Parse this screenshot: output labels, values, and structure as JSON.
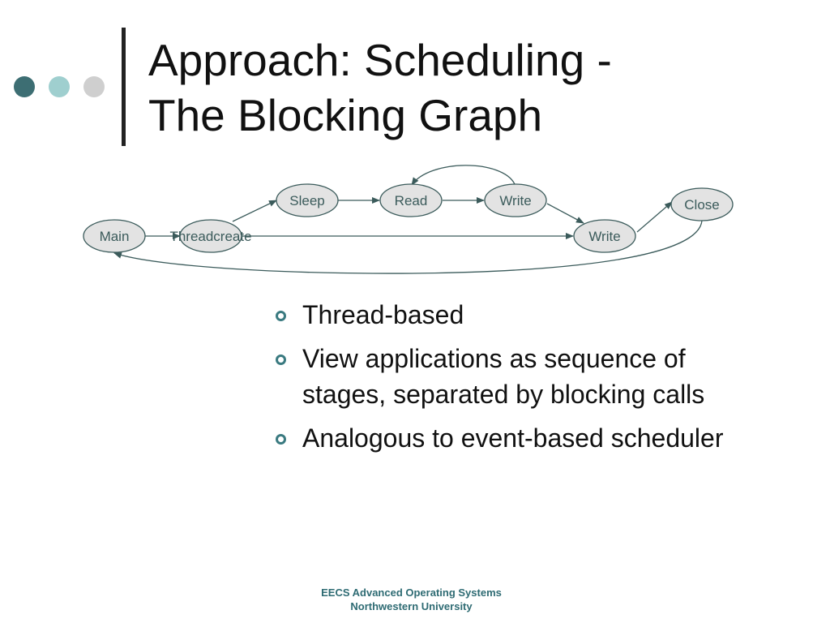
{
  "slide": {
    "title_line1": "Approach: Scheduling -",
    "title_line2": "The Blocking Graph"
  },
  "decor": {
    "dot_colors": [
      "#3d6e73",
      "#9fcfcf",
      "#cfcfcf"
    ],
    "accent": "#3a7a80"
  },
  "graph": {
    "nodes": {
      "main": "Main",
      "threadcreate": "Threadcreate",
      "sleep": "Sleep",
      "read": "Read",
      "write_top": "Write",
      "write_bottom": "Write",
      "close": "Close"
    },
    "edges": [
      [
        "Main",
        "Threadcreate"
      ],
      [
        "Threadcreate",
        "Sleep"
      ],
      [
        "Threadcreate",
        "Write"
      ],
      [
        "Sleep",
        "Read"
      ],
      [
        "Read",
        "Write"
      ],
      [
        "Write",
        "Read"
      ],
      [
        "Write",
        "Write"
      ],
      [
        "Write",
        "Close"
      ],
      [
        "Close",
        "Main"
      ]
    ]
  },
  "bullets": [
    "Thread-based",
    "View applications as sequence of stages, separated by blocking calls",
    "Analogous to event-based scheduler"
  ],
  "footer": {
    "line1": "EECS Advanced Operating Systems",
    "line2": "Northwestern University"
  }
}
